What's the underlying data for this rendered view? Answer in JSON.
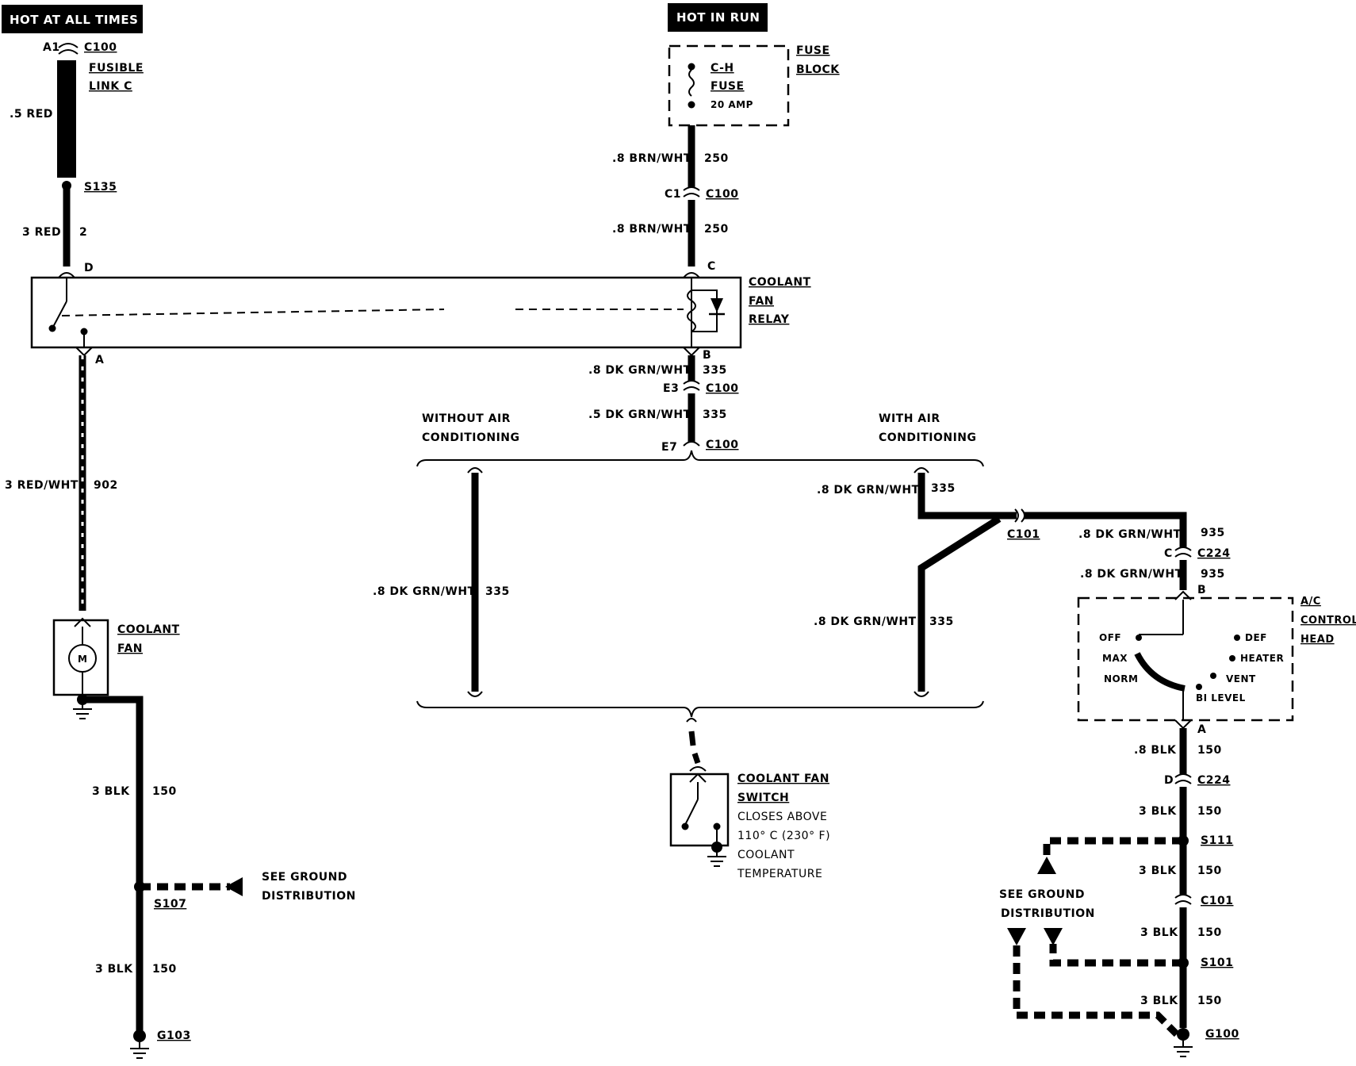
{
  "badges": {
    "hot_all_times": "HOT AT ALL TIMES",
    "hot_in_run": "HOT IN RUN"
  },
  "fusible": {
    "pin": "A1",
    "connector": "C100",
    "name1": "FUSIBLE",
    "name2": "LINK C",
    "wire": ".5 RED",
    "splice": "S135"
  },
  "relay_feed": {
    "wire": "3 RED",
    "circuit": "2",
    "pin": "D"
  },
  "fuse_block": {
    "fuse1": "C-H",
    "fuse2": "FUSE",
    "rating": "20 AMP",
    "name1": "FUSE",
    "name2": "BLOCK"
  },
  "ign_wires": {
    "upper_wire": ".8 BRN/WHT",
    "upper_circuit": "250",
    "c1_pin": "C1",
    "c1_conn": "C100",
    "lower_wire": ".8 BRN/WHT",
    "lower_circuit": "250",
    "relay_pin": "C"
  },
  "relay": {
    "line1": "COOLANT",
    "line2": "FAN",
    "line3": "RELAY",
    "pin_a": "A",
    "pin_b": "B"
  },
  "relay_out": {
    "wire1": ".8 DK GRN/WHT",
    "circuit1": "335",
    "e3_pin": "E3",
    "e3_conn": "C100",
    "wire2": ".5 DK GRN/WHT",
    "circuit2": "335",
    "e7_pin": "E7",
    "e7_conn": "C100"
  },
  "fan_feed": {
    "wire": "3 RED/WHT",
    "circuit": "902"
  },
  "fan": {
    "line1": "COOLANT",
    "line2": "FAN",
    "motor": "M"
  },
  "left_ground": {
    "wire1": "3 BLK",
    "circuit1": "150",
    "splice": "S107",
    "see1": "SEE GROUND",
    "see2": "DISTRIBUTION",
    "wire2": "3 BLK",
    "circuit2": "150",
    "ground": "G103"
  },
  "without_ac": {
    "line1": "WITHOUT AIR",
    "line2": "CONDITIONING",
    "wire": ".8 DK GRN/WHT",
    "circuit": "335"
  },
  "with_ac": {
    "line1": "WITH AIR",
    "line2": "CONDITIONING",
    "wire_top": ".8 DK GRN/WHT",
    "circuit_top": "335",
    "wire_bottom": ".8 DK GRN/WHT",
    "circuit_bottom": "335",
    "c101": "C101"
  },
  "ac_feed": {
    "wire1": ".8 DK GRN/WHT",
    "circuit1": "935",
    "pin_c": "C",
    "conn": "C224",
    "wire2": ".8 DK GRN/WHT",
    "circuit2": "935",
    "pin_b": "B"
  },
  "ac_head": {
    "name1": "A/C",
    "name2": "CONTROL",
    "name3": "HEAD",
    "off": "OFF",
    "max": "MAX",
    "norm": "NORM",
    "def": "DEF",
    "heater": "HEATER",
    "vent": "VENT",
    "bilevel": "BI LEVEL",
    "pin_a": "A"
  },
  "switch": {
    "name1": "COOLANT FAN",
    "name2": "SWITCH",
    "note1": "CLOSES ABOVE",
    "note2": "110° C (230° F)",
    "note3": "COOLANT",
    "note4": "TEMPERATURE"
  },
  "right_ground": {
    "wire1": ".8 BLK",
    "circuit1": "150",
    "pin_d": "D",
    "conn_d": "C224",
    "wire2": "3 BLK",
    "circuit2": "150",
    "s111": "S111",
    "wire3": "3 BLK",
    "circuit3": "150",
    "c101": "C101",
    "see1": "SEE GROUND",
    "see2": "DISTRIBUTION",
    "wire4": "3 BLK",
    "circuit4": "150",
    "s101": "S101",
    "wire5": "3 BLK",
    "circuit5": "150",
    "ground": "G100"
  }
}
